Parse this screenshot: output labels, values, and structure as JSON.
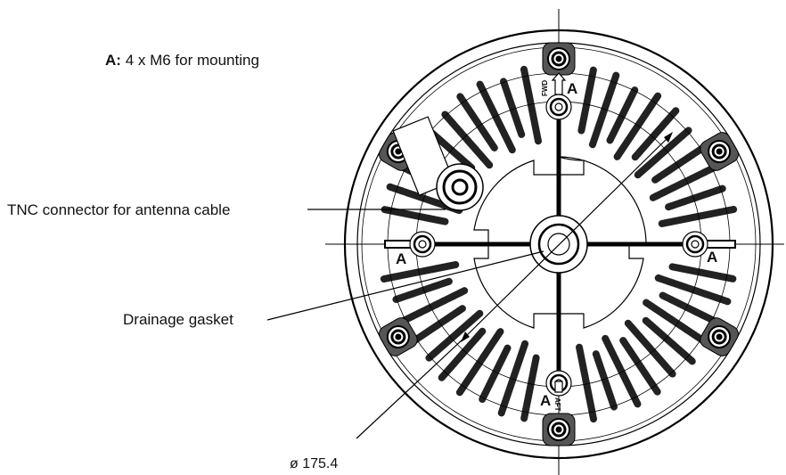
{
  "legend": {
    "key": "A:",
    "text": "4 x M6 for mounting"
  },
  "callouts": {
    "tnc": "TNC connector for antenna cable",
    "drainage": "Drainage gasket",
    "diameter": "ø 175.4"
  },
  "mount_marker": "A",
  "orientation": {
    "forward": "FWD",
    "aft": "AFT"
  }
}
